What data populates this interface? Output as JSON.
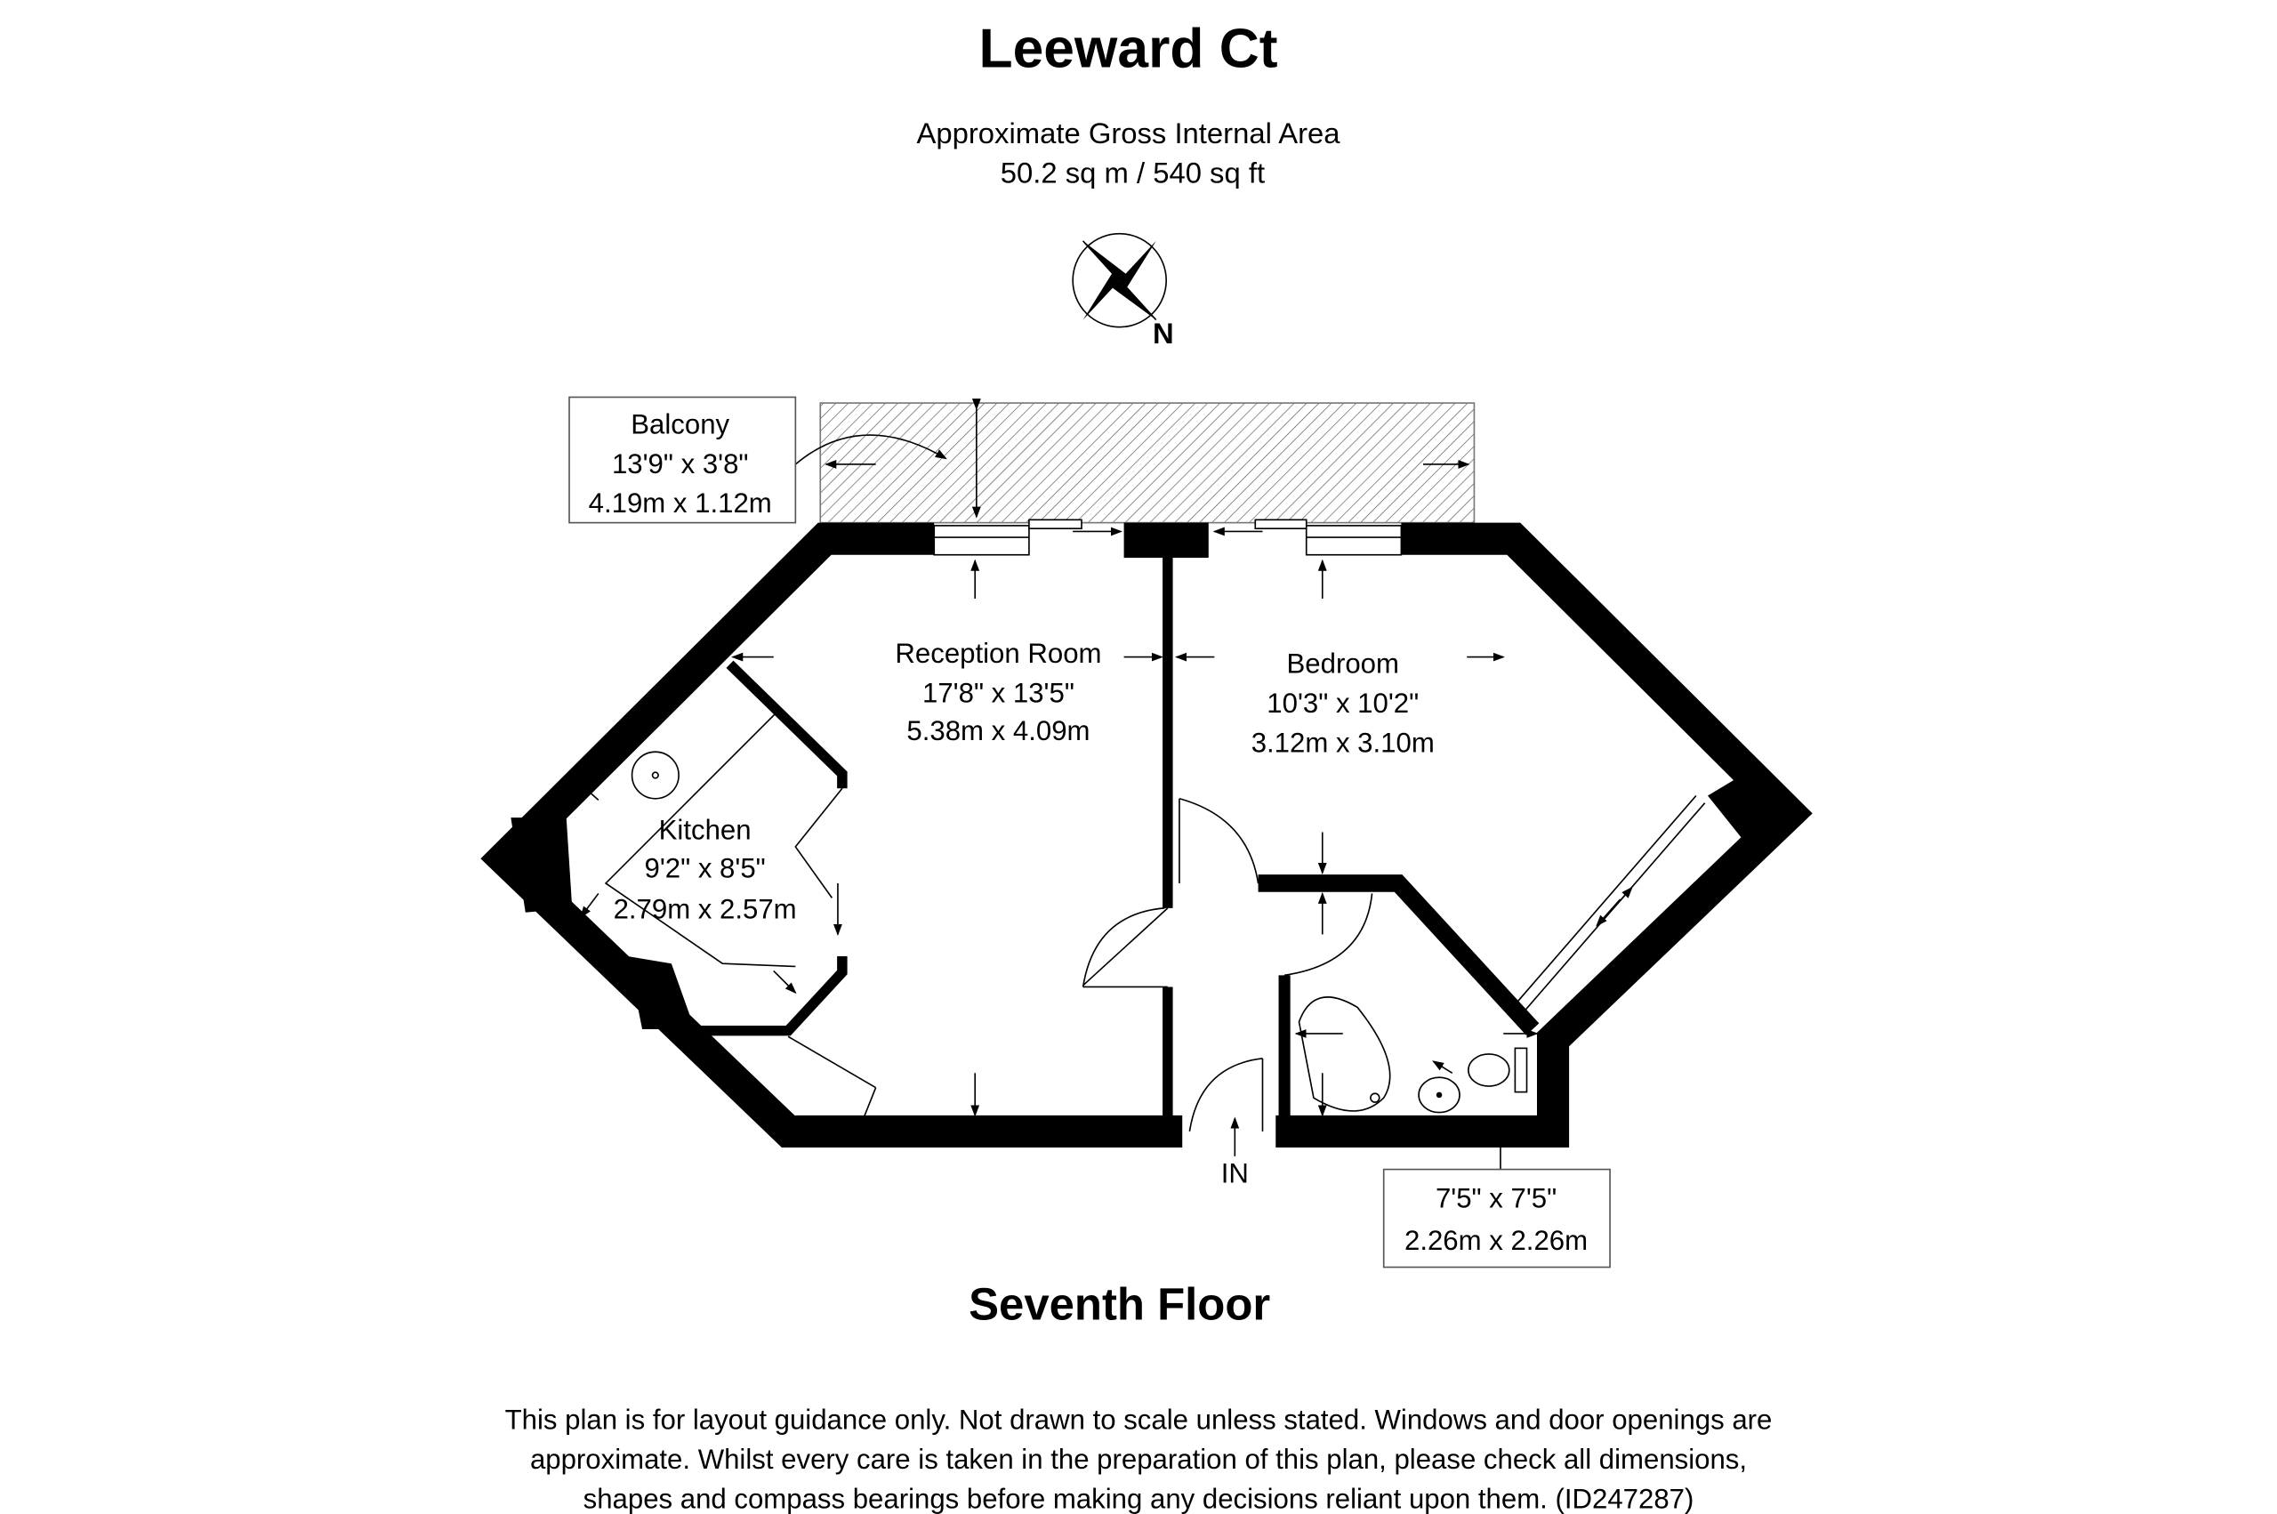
{
  "header": {
    "title": "Leeward Ct",
    "area_label": "Approximate Gross Internal Area",
    "area_value": "50.2 sq m / 540 sq ft"
  },
  "compass": {
    "label": "N"
  },
  "rooms": {
    "balcony": {
      "name": "Balcony",
      "imperial": "13'9\" x 3'8\"",
      "metric": "4.19m x 1.12m"
    },
    "reception": {
      "name": "Reception Room",
      "imperial": "17'8\" x 13'5\"",
      "metric": "5.38m x 4.09m"
    },
    "bedroom": {
      "name": "Bedroom",
      "imperial": "10'3\" x 10'2\"",
      "metric": "3.12m x 3.10m"
    },
    "kitchen": {
      "name": "Kitchen",
      "imperial": "9'2\" x 8'5\"",
      "metric": "2.79m x 2.57m"
    },
    "bathroom": {
      "imperial": "7'5\" x 7'5\"",
      "metric": "2.26m x 2.26m"
    }
  },
  "entrance_label": "IN",
  "floor_label": "Seventh Floor",
  "disclaimer": [
    "This plan is for layout guidance only. Not drawn to scale unless stated. Windows and door openings are",
    "approximate. Whilst every care is taken in the preparation of this plan, please check all dimensions,",
    "shapes and compass bearings before making any decisions reliant upon them. (ID247287)"
  ]
}
